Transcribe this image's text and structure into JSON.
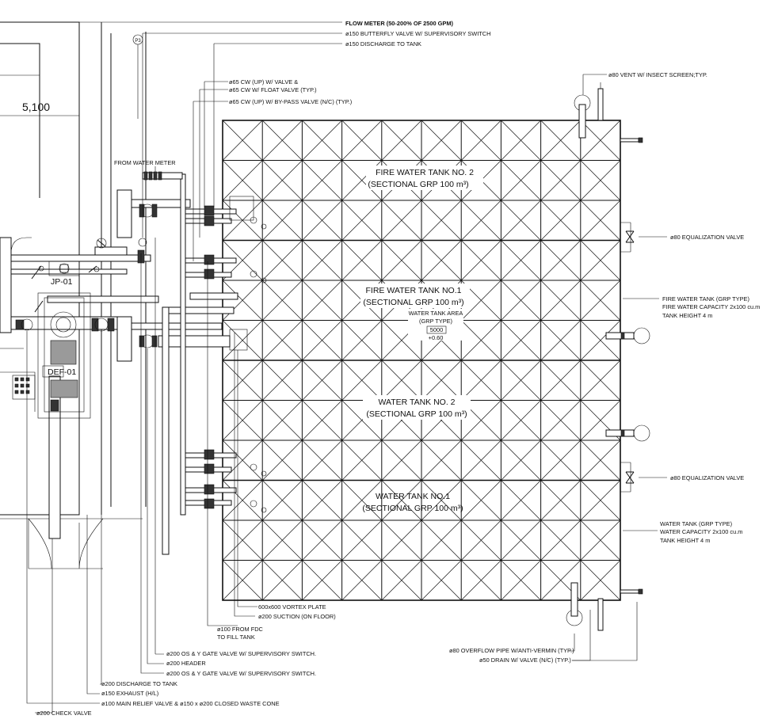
{
  "dimension": "5,100",
  "equipment": {
    "pump": "JP-01",
    "deflector": "DEF-01",
    "pressure_tag": "P3"
  },
  "from_water_meter": "FROM WATER METER",
  "tanks": [
    {
      "name": "FIRE WATER TANK NO. 2",
      "spec": "(SECTIONAL GRP 100 m³)"
    },
    {
      "name": "FIRE WATER TANK NO.1",
      "spec": "(SECTIONAL GRP 100 m³)"
    },
    {
      "name": "WATER TANK NO. 2",
      "spec": "(SECTIONAL GRP 100 m³)"
    },
    {
      "name": "WATER TANK NO.1",
      "spec": "(SECTIONAL GRP 100 m³)"
    }
  ],
  "tank_area": {
    "line1": "WATER TANK AREA",
    "line2": "(GRP TYPE)",
    "value": "5000",
    "level": "+0.60"
  },
  "top_notes": [
    "FLOW METER (50-200% OF 2500 GPM)",
    "ø150 BUTTERFLY VALVE  W/ SUPERVISORY SWITCH",
    "ø150 DISCHARGE TO TANK"
  ],
  "cw_notes": [
    "ø65 CW (UP) W/ VALVE &",
    "ø65 CW W/ FLOAT VALVE (TYP.)",
    "ø65 CW (UP) W/ BY-PASS VALVE (N/C) (TYP.)"
  ],
  "vent_note": "ø80 VENT W/ INSECT SCREEN;TYP.",
  "equalization_upper": "ø80 EQUALIZATION VALVE",
  "equalization_lower": "ø80 EQUALIZATION VALVE",
  "fire_tank_info": [
    "FIRE WATER TANK (GRP TYPE)",
    "FIRE WATER CAPACITY 2x100 cu.m",
    "TANK HEIGHT 4 m"
  ],
  "water_tank_info": [
    "WATER TANK (GRP TYPE)",
    "WATER CAPACITY 2x100 cu.m",
    "TANK HEIGHT 4 m"
  ],
  "bottom_notes": [
    "600x600 VORTEX PLATE",
    "ø200 SUCTION (ON FLOOR)",
    "ø100 FROM FDC",
    "TO FILL TANK",
    "ø200 OS & Y GATE VALVE  W/ SUPERVISORY SWITCH.",
    "ø200 HEADER",
    "ø200 OS & Y GATE VALVE  W/ SUPERVISORY SWITCH.",
    "ø200 DISCHARGE TO TANK",
    "ø150 EXHAUST (H/L)",
    "ø100 MAIN RELIEF VALVE  & ø150 x ø200 CLOSED WASTE CONE",
    "ø200 CHECK VALVE"
  ],
  "overflow_notes": [
    "ø80 OVERFLOW PIPE W/ANTI-VERMIN (TYP.)",
    "ø50 DRAIN W/ VALVE (N/C) (TYP.)"
  ]
}
